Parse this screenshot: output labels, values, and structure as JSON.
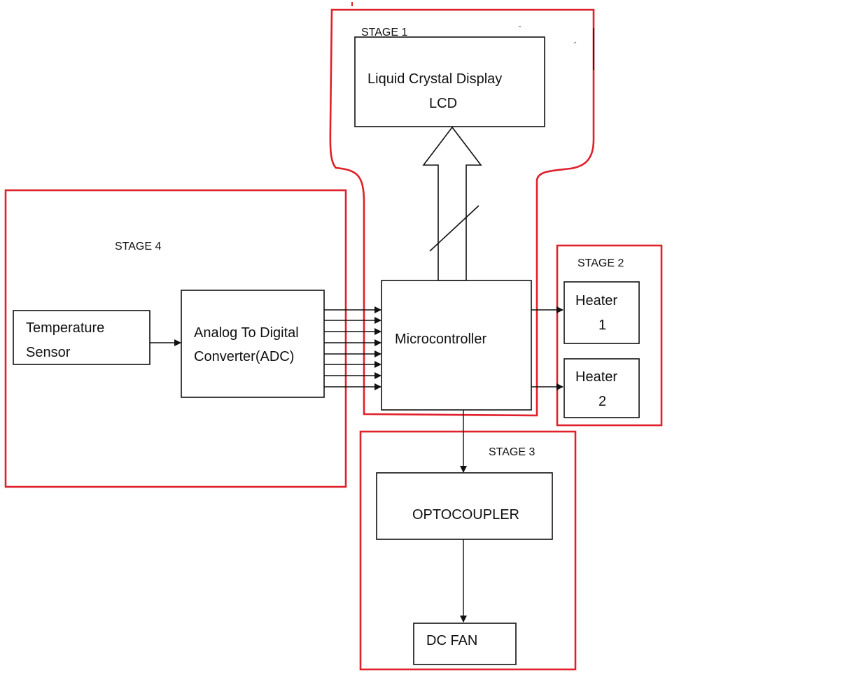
{
  "colors": {
    "stage_border": "#e0202a",
    "block_stroke": "#111111",
    "background": "#ffffff"
  },
  "stages": {
    "stage1": "STAGE 1",
    "stage2": "STAGE 2",
    "stage3": "STAGE 3",
    "stage4": "STAGE 4"
  },
  "blocks": {
    "lcd": {
      "line1": "Liquid Crystal Display",
      "line2": "LCD"
    },
    "microcontroller": "Microcontroller",
    "temp_sensor": {
      "line1": "Temperature",
      "line2": "Sensor"
    },
    "adc": {
      "line1": "Analog To Digital",
      "line2": "Converter(ADC)"
    },
    "heater1": {
      "line1": "Heater",
      "line2": "1"
    },
    "heater2": {
      "line1": "Heater",
      "line2": "2"
    },
    "optocoupler": "OPTOCOUPLER",
    "dc_fan": "DC FAN"
  }
}
